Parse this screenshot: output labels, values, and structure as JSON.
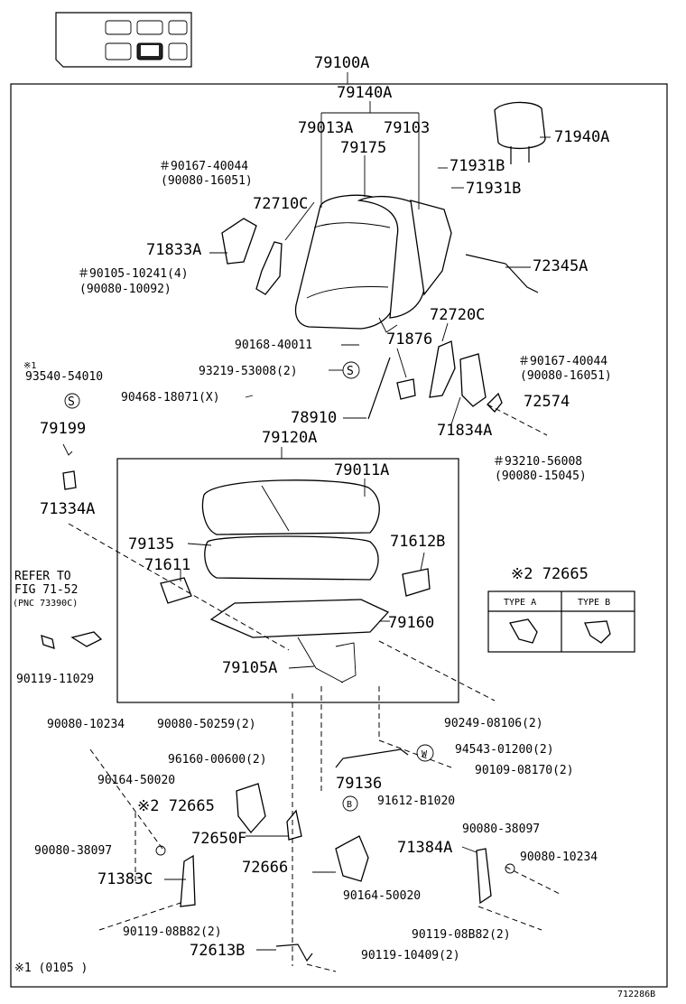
{
  "labels": {
    "seat_assy": "79100A",
    "back_assy": "79140A",
    "back_frame_left": "79013A",
    "back_frame_right": "79103",
    "back_pad": "79175",
    "headrest": "71940A",
    "hr_support_1": "71931B",
    "hr_support_2": "71931B",
    "screw_top_1": "＃90167-40044",
    "screw_top_2": "(90080-16051)",
    "cover_72710": "72710C",
    "cover_71833": "71833A",
    "screw_mid_1": "＃90105-10241(4)",
    "screw_mid_2": "(90080-10092)",
    "rod_72345": "72345A",
    "cover_72720": "72720C",
    "screw_90168": "90168-40011",
    "part_71876": "71876",
    "nut_93219": "93219-53008(2)",
    "screw_r_1": "＃90167-40044",
    "screw_r_2": "(90080-16051)",
    "note1_mark": "※1",
    "clip_93540": "93540-54010",
    "clip_90468": "90468-18071(X)",
    "part_72574": "72574",
    "part_78910": "78910",
    "part_71834": "71834A",
    "screw_r2_1": "＃93210-56008",
    "screw_r2_2": "(90080-15045)",
    "part_79199": "79199",
    "cushion_assy": "79120A",
    "cushion_cover": "79011A",
    "part_71334": "71334A",
    "pad_79135": "79135",
    "cover_71611": "71611",
    "cover_71612": "71612B",
    "refer_1": "REFER TO",
    "refer_2": "FIG 71-52",
    "refer_3": "(PNC 73390C)",
    "note2_part": "※2 72665",
    "type_a": "TYPE A",
    "type_b": "TYPE B",
    "frame_79160": "79160",
    "bolt_90119_11029": "90119-11029",
    "frame_79105": "79105A",
    "bolt_90249": "90249-08106(2)",
    "bolt_90080_10234_l": "90080-10234",
    "bolt_90080_50259": "90080-50259(2)",
    "bolt_96160": "96160-00600(2)",
    "bolt_94543": "94543-01200(2)",
    "bolt_90164_a": "90164-50020",
    "part_79136": "79136",
    "bolt_90109": "90109-08170(2)",
    "note2_72665": "※2 72665",
    "b_mark": "B",
    "bolt_91612": "91612-B1020",
    "part_72650": "72650F",
    "nut_90080_38097_r": "90080-38097",
    "nut_90080_38097_l": "90080-38097",
    "part_71384": "71384A",
    "part_72666": "72666",
    "bolt_90080_10234_r": "90080-10234",
    "part_71383": "71383C",
    "bolt_90164_b": "90164-50020",
    "bolt_90119_08b82_l": "90119-08B82(2)",
    "bolt_90119_08b82_r": "90119-08B82(2)",
    "part_72613": "72613B",
    "bolt_90119_10409": "90119-10409(2)",
    "footnote": "※1 (0105      )",
    "figure_id": "712286B"
  }
}
